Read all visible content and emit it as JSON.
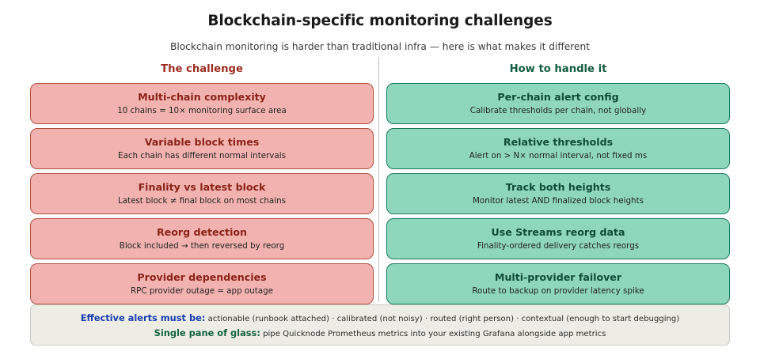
{
  "header": {
    "title": "Blockchain-specific monitoring challenges",
    "subtitle": "Blockchain monitoring is harder than traditional infra — here is what makes it different"
  },
  "columns": {
    "left_heading": "The challenge",
    "right_heading": "How to handle it"
  },
  "challenges": [
    {
      "title": "Multi-chain complexity",
      "sub": "10 chains = 10× monitoring surface area"
    },
    {
      "title": "Variable block times",
      "sub": "Each chain has different normal intervals"
    },
    {
      "title": "Finality vs latest block",
      "sub": "Latest block ≠ final block on most chains"
    },
    {
      "title": "Reorg detection",
      "sub": "Block included → then reversed by reorg"
    },
    {
      "title": "Provider dependencies",
      "sub": "RPC provider outage = app outage"
    }
  ],
  "handling": [
    {
      "title": "Per-chain alert config",
      "sub": "Calibrate thresholds per chain, not globally"
    },
    {
      "title": "Relative thresholds",
      "sub": "Alert on > N× normal interval, not fixed ms"
    },
    {
      "title": "Track both heights",
      "sub": "Monitor latest AND finalized block heights"
    },
    {
      "title": "Use Streams reorg data",
      "sub": "Finality-ordered delivery catches reorgs"
    },
    {
      "title": "Multi-provider failover",
      "sub": "Route to backup on provider latency spike"
    }
  ],
  "footer": {
    "alerts_label": "Effective alerts must be:",
    "alerts_text": "actionable (runbook attached) · calibrated (not noisy) · routed (right person) · contextual (enough to start debugging)",
    "glass_label": "Single pane of glass:",
    "glass_text": "pipe Quicknode Prometheus metrics into your existing Grafana alongside app metrics"
  },
  "colors": {
    "challenge_fill": "#F2B3B0",
    "challenge_border": "#B0503F",
    "challenge_title": "#8B2318",
    "handle_fill": "#8ED7BD",
    "handle_border": "#1A7A5E",
    "handle_title": "#0F4D39",
    "left_heading": "#9B2D20",
    "right_heading": "#145C41",
    "footer_fill": "#EDEDE6",
    "footer_alerts_label": "#1A3FB0",
    "footer_glass_label": "#14633F"
  }
}
